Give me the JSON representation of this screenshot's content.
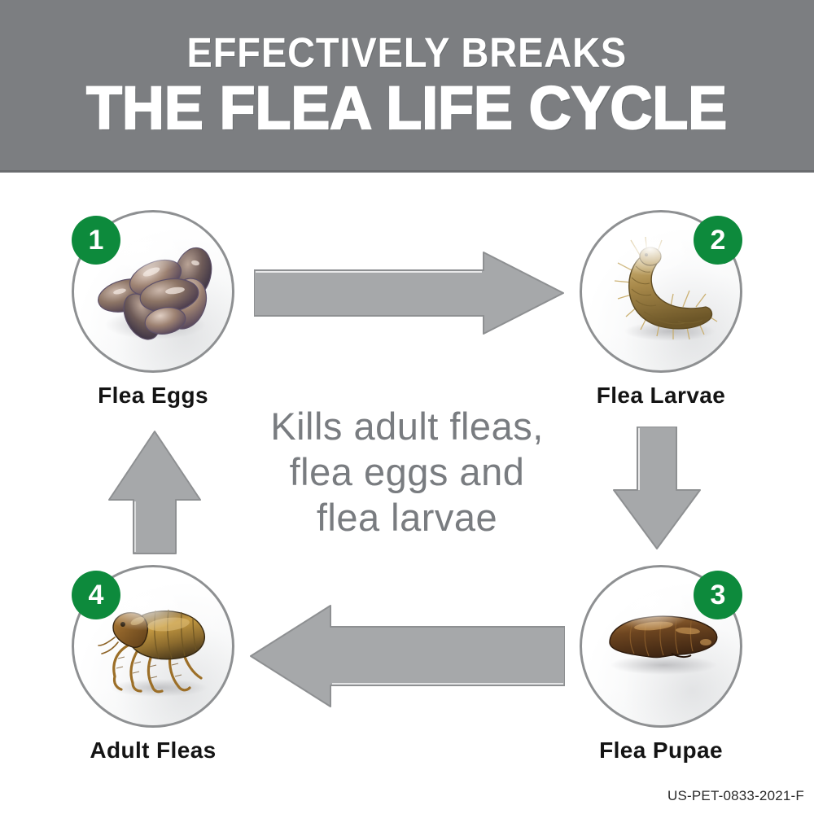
{
  "header": {
    "line1": "EFFECTIVELY BREAKS",
    "line2": "THE FLEA LIFE CYCLE",
    "background_color": "#7c7e81",
    "text_color": "#ffffff"
  },
  "colors": {
    "header_gray": "#7c7e81",
    "arrow_gray": "#a6a8aa",
    "arrow_outline": "#8e9092",
    "badge_green": "#0d8a3c",
    "label_black": "#141414",
    "center_text_gray": "#797c80",
    "page_background": "#ffffff"
  },
  "cycle": {
    "nodes": [
      {
        "number": "1",
        "label": "Flea Eggs",
        "badge_position": "top-left",
        "image_name": "flea-eggs-photo"
      },
      {
        "number": "2",
        "label": "Flea Larvae",
        "badge_position": "top-right",
        "image_name": "flea-larva-photo"
      },
      {
        "number": "3",
        "label": "Flea Pupae",
        "badge_position": "top-right",
        "image_name": "flea-pupa-photo"
      },
      {
        "number": "4",
        "label": "Adult Fleas",
        "badge_position": "top-left",
        "image_name": "adult-flea-photo"
      }
    ],
    "arrows": [
      {
        "name": "arrow-right-icon",
        "direction": "right",
        "from": "Flea Eggs",
        "to": "Flea Larvae"
      },
      {
        "name": "arrow-down-icon",
        "direction": "down",
        "from": "Flea Larvae",
        "to": "Flea Pupae"
      },
      {
        "name": "arrow-left-icon",
        "direction": "left",
        "from": "Flea Pupae",
        "to": "Adult Fleas"
      },
      {
        "name": "arrow-up-icon",
        "direction": "up",
        "from": "Adult Fleas",
        "to": "Flea Eggs"
      }
    ]
  },
  "center": {
    "line1": "Kills adult fleas,",
    "line2": "flea eggs and",
    "line3": "flea larvae"
  },
  "footer": {
    "code": "US-PET-0833-2021-F"
  }
}
